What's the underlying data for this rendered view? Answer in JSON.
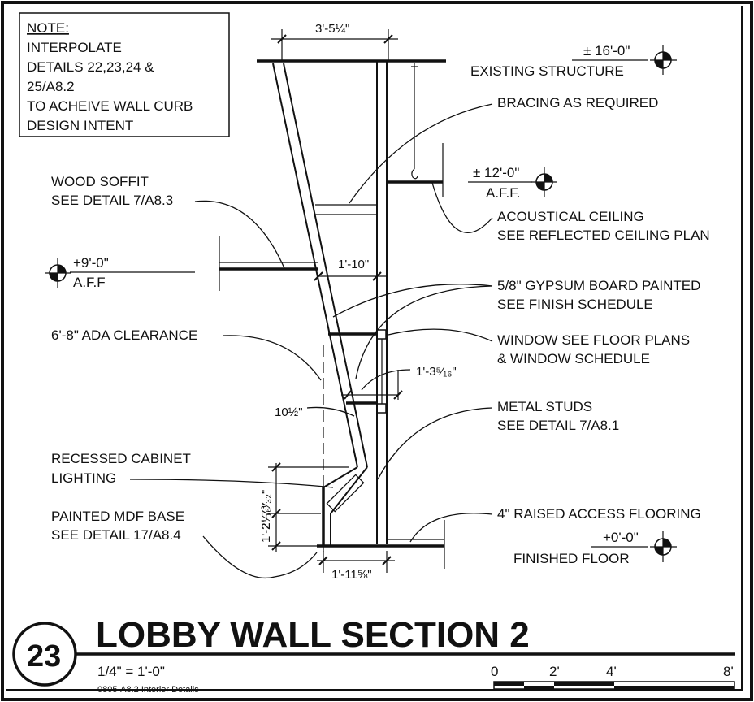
{
  "note": {
    "heading": "NOTE:",
    "lines": [
      "INTERPOLATE",
      "DETAILS 22,23,24 &",
      "25/A8.2",
      "TO ACHEIVE WALL CURB",
      "DESIGN INTENT"
    ]
  },
  "dimensions": {
    "top_width": "3'-5¼\"",
    "soffit_depth": "1'-10\"",
    "window_offset": "1'-3⁵⁄₁₆\"",
    "ten_half": "10½\"",
    "base_width": "1'-11⅝\"",
    "vertical_upper": "2'-7³⁄₃₂\"",
    "vertical_lower": "1'-2¹⁄₁₆\""
  },
  "elevations": {
    "existing_structure": {
      "value": "± 16'-0\"",
      "label": "EXISTING STRUCTURE"
    },
    "ceiling": {
      "value": "± 12'-0\"",
      "label": "A.F.F."
    },
    "soffit": {
      "value": "+9'-0\"",
      "label": "A.F.F"
    },
    "floor": {
      "value": "+0'-0\"",
      "label": "FINISHED FLOOR"
    }
  },
  "callouts": {
    "bracing": "BRACING AS REQUIRED",
    "acoustical_1": "ACOUSTICAL CEILING",
    "acoustical_2": "SEE REFLECTED CEILING PLAN",
    "gypsum_1": "5/8\" GYPSUM BOARD PAINTED",
    "gypsum_2": "SEE FINISH SCHEDULE",
    "window_1": "WINDOW SEE FLOOR PLANS",
    "window_2": "& WINDOW SCHEDULE",
    "studs_1": "METAL STUDS",
    "studs_2": "SEE DETAIL 7/A8.1",
    "flooring": "4\" RAISED ACCESS FLOORING",
    "soffit_1": "WOOD SOFFIT",
    "soffit_2": "SEE DETAIL 7/A8.3",
    "ada": "6'-8\" ADA CLEARANCE",
    "cabinet_1": "RECESSED CABINET",
    "cabinet_2": "LIGHTING",
    "mdf_1": "PAINTED MDF BASE",
    "mdf_2": "SEE DETAIL 17/A8.4"
  },
  "title_block": {
    "number": "23",
    "title": "LOBBY WALL SECTION 2",
    "scale": "1/4\" = 1'-0\"",
    "sheet": "0805-A8.2 Interior Details",
    "scale_bar": [
      "0",
      "2'",
      "4'",
      "8'"
    ]
  }
}
